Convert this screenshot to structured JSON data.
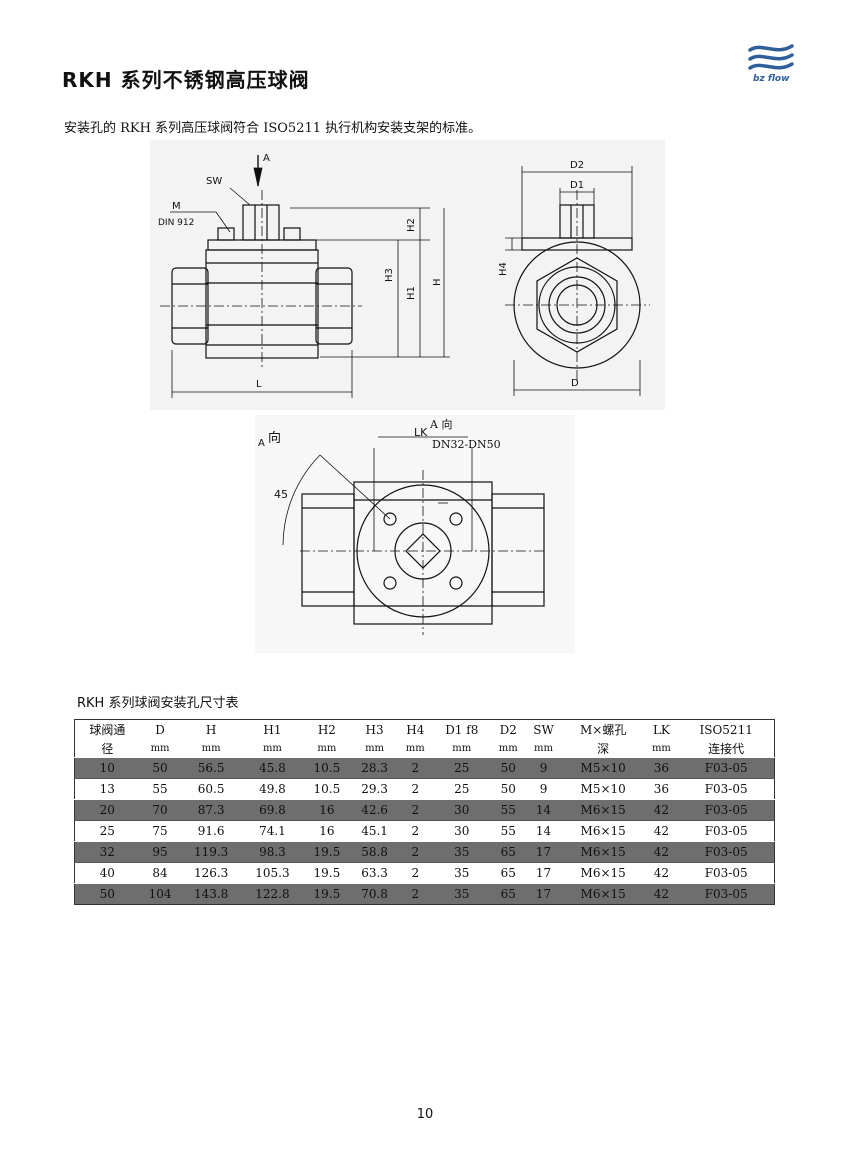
{
  "title": "RKH 系列不锈钢高压球阀",
  "logo": {
    "text": "bz flow",
    "icon": "wave-logo-icon",
    "color": "#2f5f9a"
  },
  "intro": "安装孔的 RKH 系列高压球阀符合 ISO5211 执行机构安装支架的标准。",
  "drawing_labels": {
    "view_a": "A",
    "sw": "SW",
    "m": "M",
    "din": "DIN 912",
    "h2": "H2",
    "h3": "H3",
    "h1": "H1",
    "h": "H",
    "l": "L",
    "d2": "D2",
    "d1": "D1",
    "h4": "H4",
    "d": "D",
    "a_direction": "向",
    "lk": "LK",
    "a_dir_title": "A 向",
    "dn_range": "DN32-DN50",
    "angle": "45"
  },
  "table": {
    "caption": "RKH 系列球阀安装孔尺寸表",
    "headers": [
      "球阀通",
      "D",
      "H",
      "H1",
      "H2",
      "H3",
      "H4",
      "D1 f8",
      "D2",
      "SW",
      "M×螺孔",
      "LK",
      "ISO5211"
    ],
    "subheaders": [
      "径",
      "mm",
      "mm",
      "mm",
      "mm",
      "mm",
      "mm",
      "mm",
      "mm",
      "mm",
      "深",
      "mm",
      "连接代"
    ],
    "rows": [
      [
        "10",
        "50",
        "56.5",
        "45.8",
        "10.5",
        "28.3",
        "2",
        "25",
        "50",
        "9",
        "M5×10",
        "36",
        "F03-05"
      ],
      [
        "13",
        "55",
        "60.5",
        "49.8",
        "10.5",
        "29.3",
        "2",
        "25",
        "50",
        "9",
        "M5×10",
        "36",
        "F03-05"
      ],
      [
        "20",
        "70",
        "87.3",
        "69.8",
        "16",
        "42.6",
        "2",
        "30",
        "55",
        "14",
        "M6×15",
        "42",
        "F03-05"
      ],
      [
        "25",
        "75",
        "91.6",
        "74.1",
        "16",
        "45.1",
        "2",
        "30",
        "55",
        "14",
        "M6×15",
        "42",
        "F03-05"
      ],
      [
        "32",
        "95",
        "119.3",
        "98.3",
        "19.5",
        "58.8",
        "2",
        "35",
        "65",
        "17",
        "M6×15",
        "42",
        "F03-05"
      ],
      [
        "40",
        "84",
        "126.3",
        "105.3",
        "19.5",
        "63.3",
        "2",
        "35",
        "65",
        "17",
        "M6×15",
        "42",
        "F03-05"
      ],
      [
        "50",
        "104",
        "143.8",
        "122.8",
        "19.5",
        "70.8",
        "2",
        "35",
        "65",
        "17",
        "M6×15",
        "42",
        "F03-05"
      ]
    ]
  },
  "page_number": "10"
}
